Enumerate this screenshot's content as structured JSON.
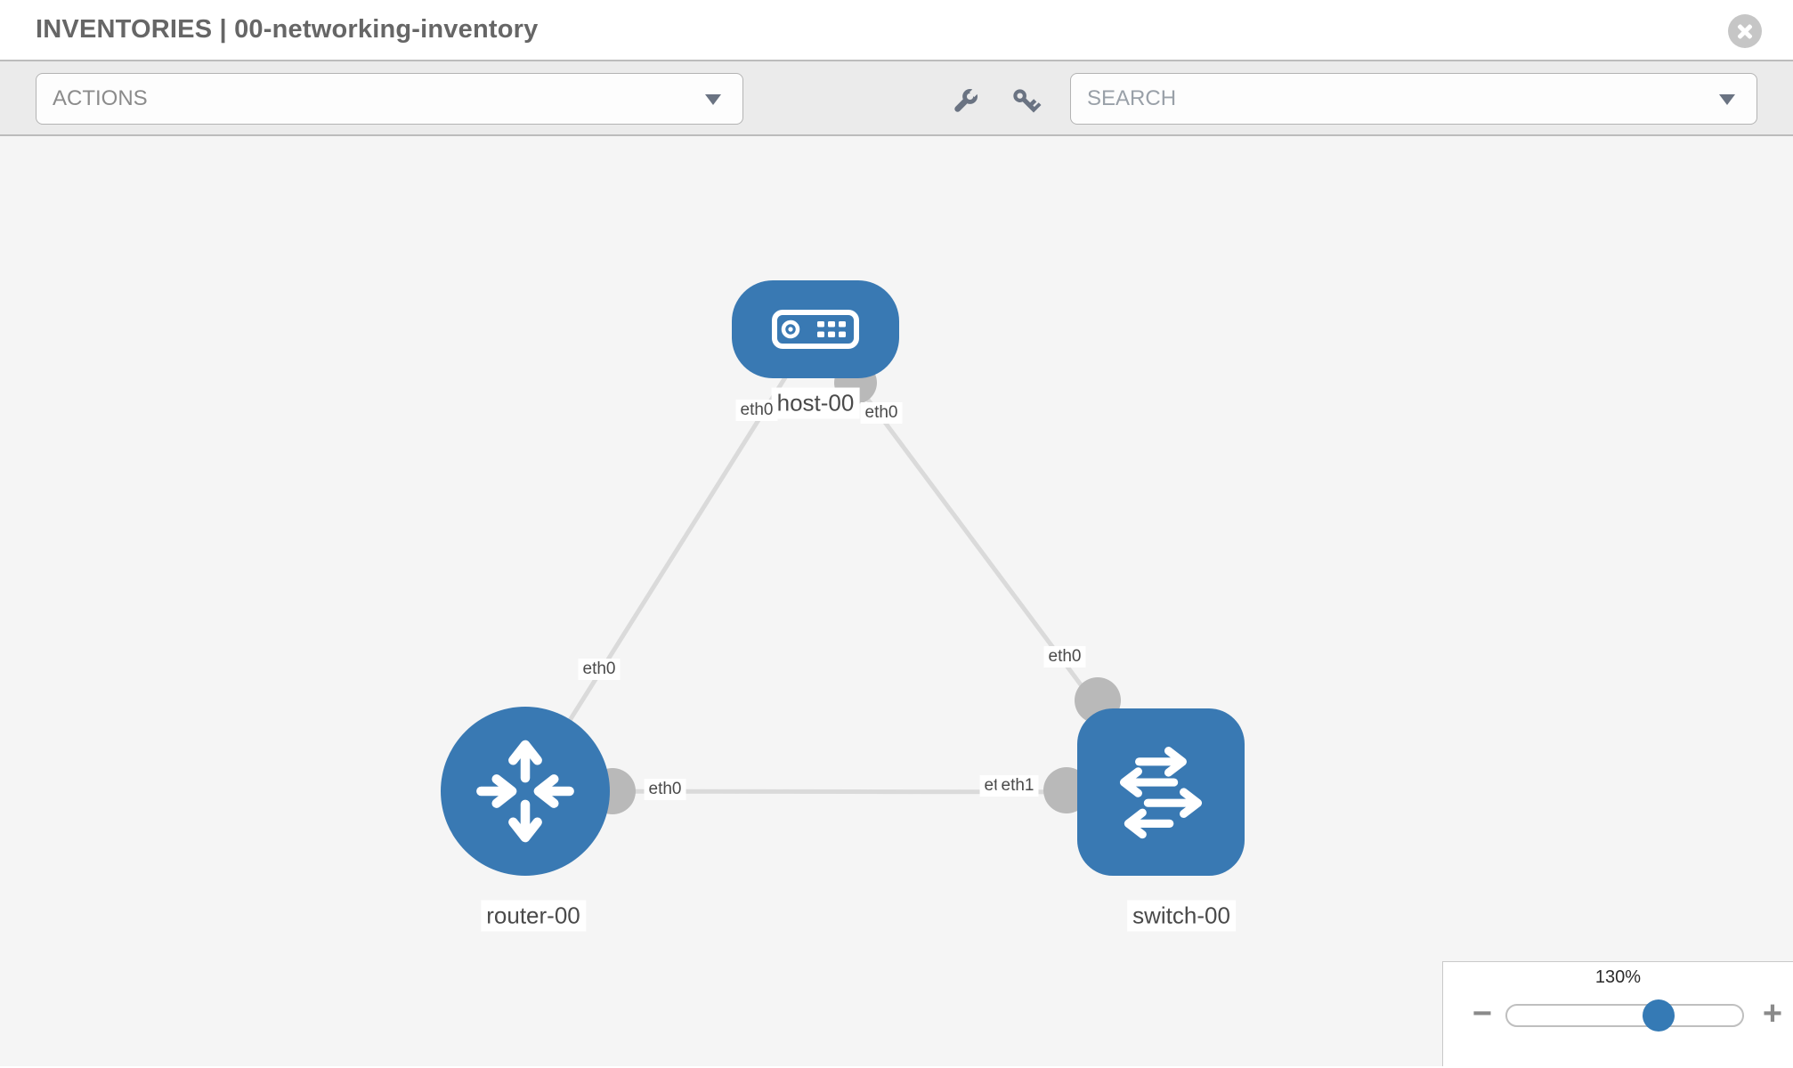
{
  "header": {
    "title": "INVENTORIES | 00-networking-inventory",
    "close_icon": "close-icon"
  },
  "toolbar": {
    "actions_label": "ACTIONS",
    "search_placeholder": "SEARCH",
    "icons": [
      "wrench-icon",
      "key-icon"
    ]
  },
  "diagram": {
    "nodes": [
      {
        "label": "host-00",
        "type": "host",
        "icon": "host-icon"
      },
      {
        "label": "router-00",
        "type": "router",
        "icon": "router-icon"
      },
      {
        "label": "switch-00",
        "type": "switch",
        "icon": "switch-icon"
      }
    ],
    "links": [
      {
        "from": "host-00",
        "to": "router-00",
        "from_interface": "eth0",
        "to_interface": "eth0"
      },
      {
        "from": "host-00",
        "to": "switch-00",
        "from_interface": "eth0",
        "to_interface": "eth0"
      },
      {
        "from": "router-00",
        "to": "switch-00",
        "from_interface": "eth0",
        "to_interface": "eth1"
      }
    ]
  },
  "zoom_control": {
    "level": "130%",
    "minus_label": "−",
    "plus_label": "+"
  },
  "colors": {
    "node_blue": "#3979b3",
    "thumb_blue": "#357ab5",
    "link_gray": "#dadada",
    "dot_gray": "#b9b9b9",
    "canvas_bg": "#f5f5f5",
    "toolbar_bg": "#ebebeb"
  }
}
